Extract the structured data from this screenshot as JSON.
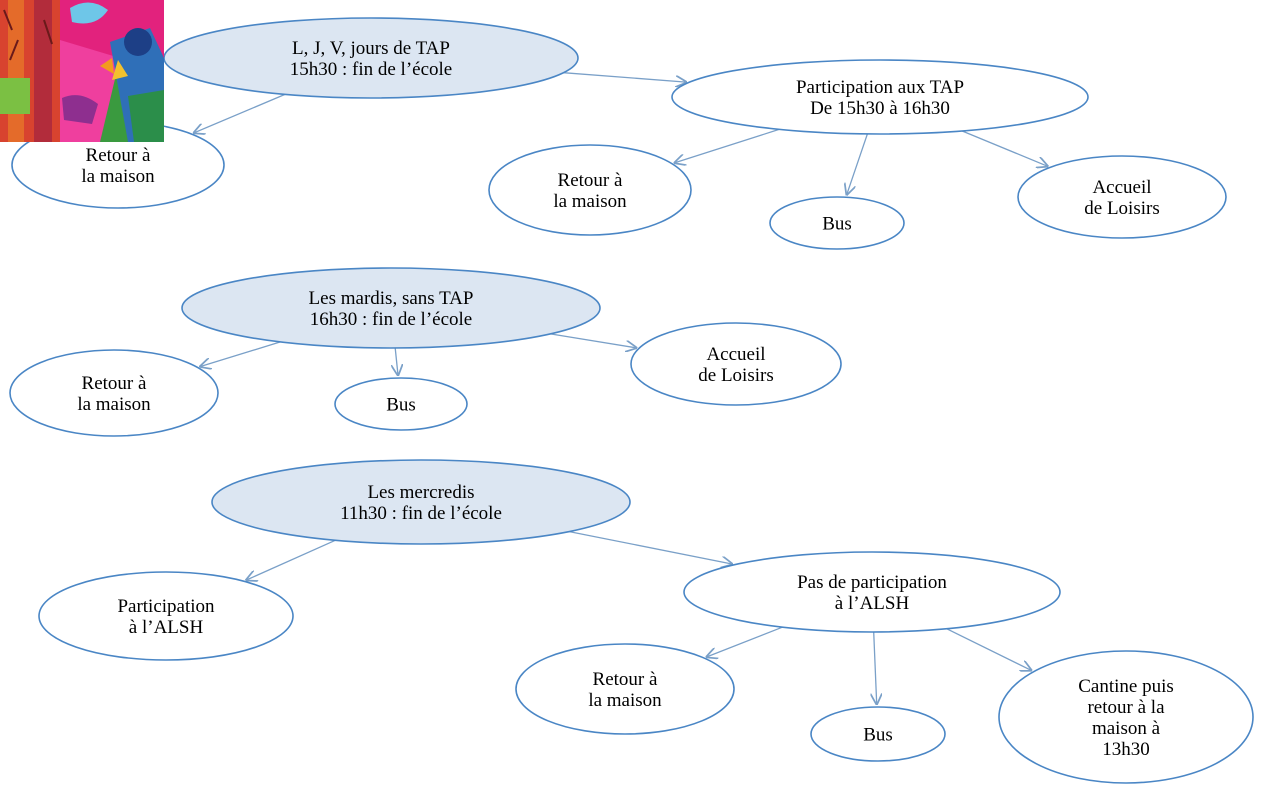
{
  "colors": {
    "node_border": "#4a86c5",
    "head_fill": "#dce6f2",
    "node_fill": "#ffffff",
    "edge": "#7aa0c8"
  },
  "diagram": {
    "nodes": [
      {
        "id": "n1",
        "kind": "head",
        "lines": [
          "L, J, V, jours de TAP",
          "15h30 : fin de l’école"
        ]
      },
      {
        "id": "n2",
        "kind": "node",
        "lines": [
          "Retour à",
          "la maison"
        ]
      },
      {
        "id": "n3",
        "kind": "node",
        "lines": [
          "Participation aux TAP",
          "De 15h30 à 16h30"
        ]
      },
      {
        "id": "n4",
        "kind": "node",
        "lines": [
          "Retour à",
          "la maison"
        ]
      },
      {
        "id": "n5",
        "kind": "node",
        "lines": [
          "Bus"
        ]
      },
      {
        "id": "n6",
        "kind": "node",
        "lines": [
          "Accueil",
          "de Loisirs"
        ]
      },
      {
        "id": "n7",
        "kind": "head",
        "lines": [
          "Les mardis, sans TAP",
          "16h30 : fin de l’école"
        ]
      },
      {
        "id": "n8",
        "kind": "node",
        "lines": [
          "Retour à",
          "la maison"
        ]
      },
      {
        "id": "n9",
        "kind": "node",
        "lines": [
          "Bus"
        ]
      },
      {
        "id": "n10",
        "kind": "node",
        "lines": [
          "Accueil",
          "de Loisirs"
        ]
      },
      {
        "id": "n11",
        "kind": "head",
        "lines": [
          "Les mercredis",
          "11h30 : fin de l’école"
        ]
      },
      {
        "id": "n12",
        "kind": "node",
        "lines": [
          "Participation",
          "à l’ALSH"
        ]
      },
      {
        "id": "n13",
        "kind": "node",
        "lines": [
          "Pas de participation",
          "à l’ALSH"
        ]
      },
      {
        "id": "n14",
        "kind": "node",
        "lines": [
          "Retour à",
          "la maison"
        ]
      },
      {
        "id": "n15",
        "kind": "node",
        "lines": [
          "Bus"
        ]
      },
      {
        "id": "n16",
        "kind": "node",
        "lines": [
          "Cantine puis",
          "retour à la",
          "maison à",
          "13h30"
        ]
      }
    ],
    "edges": [
      [
        "n1",
        "n2"
      ],
      [
        "n1",
        "n3"
      ],
      [
        "n3",
        "n4"
      ],
      [
        "n3",
        "n5"
      ],
      [
        "n3",
        "n6"
      ],
      [
        "n7",
        "n8"
      ],
      [
        "n7",
        "n9"
      ],
      [
        "n7",
        "n10"
      ],
      [
        "n11",
        "n12"
      ],
      [
        "n11",
        "n13"
      ],
      [
        "n13",
        "n14"
      ],
      [
        "n13",
        "n15"
      ],
      [
        "n13",
        "n16"
      ]
    ]
  }
}
